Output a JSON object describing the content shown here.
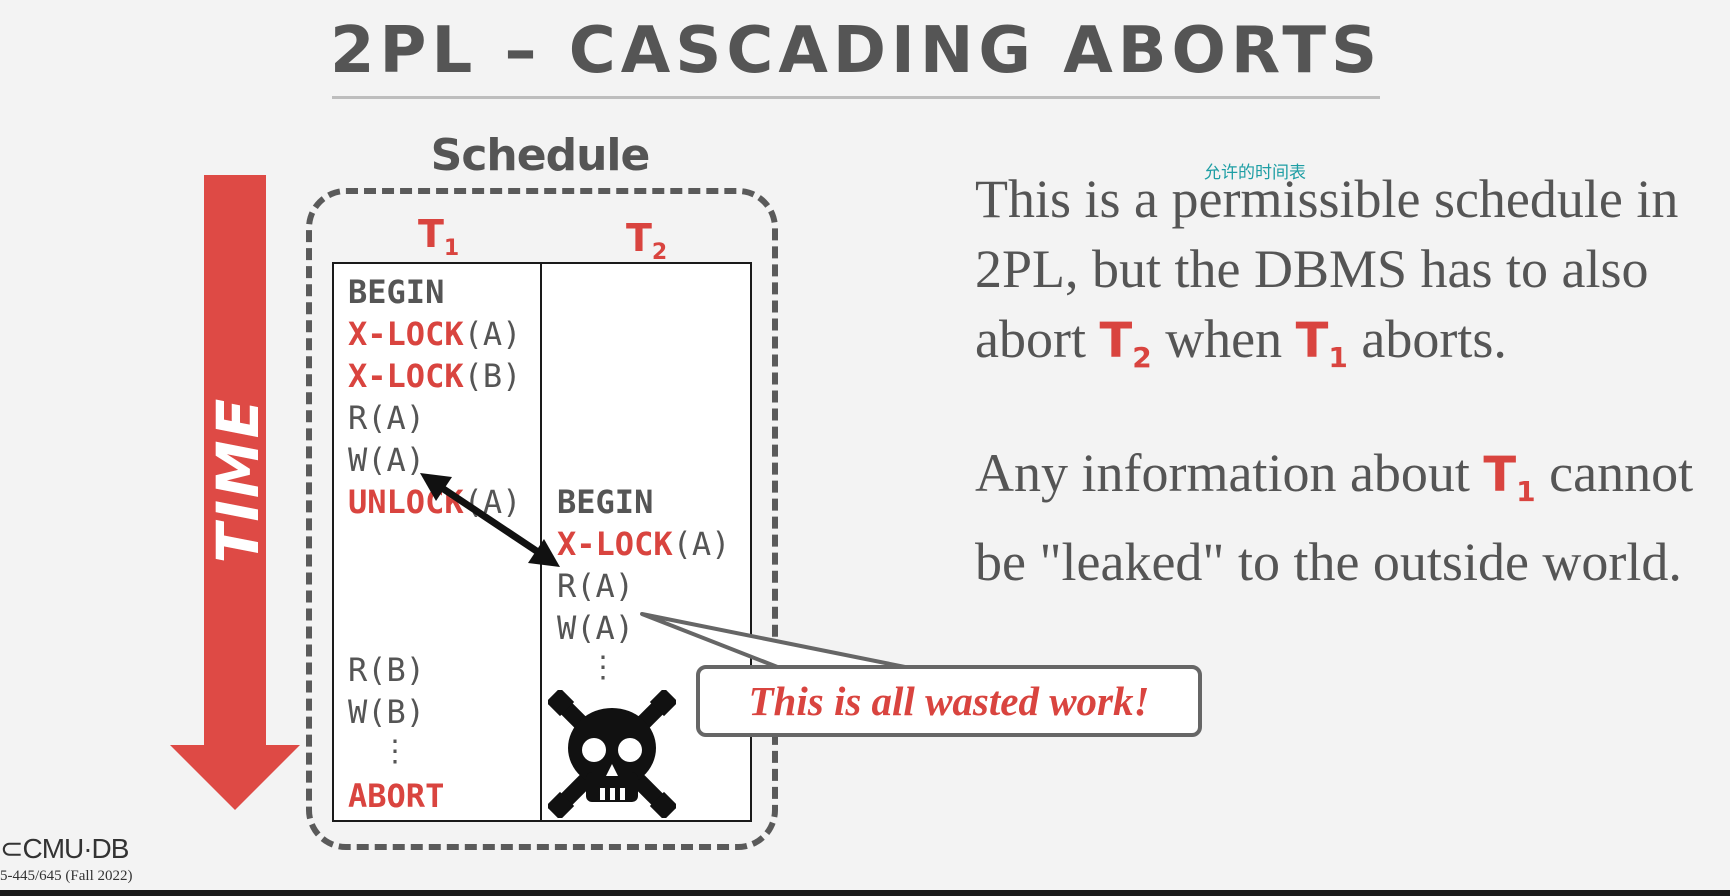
{
  "slide": {
    "title": "2PL – CASCADING ABORTS",
    "schedule_label": "Schedule",
    "time_label": "TIME",
    "t1_header": {
      "name": "T",
      "sub": "1"
    },
    "t2_header": {
      "name": "T",
      "sub": "2"
    },
    "colors": {
      "accent": "#d9443f",
      "text": "#555555",
      "annotation": "#1d9ea4"
    }
  },
  "t1_ops": {
    "begin": "BEGIN",
    "xlock_a": {
      "kw": "X-LOCK",
      "arg": "(A)"
    },
    "xlock_b": {
      "kw": "X-LOCK",
      "arg": "(B)"
    },
    "read_a": "R(A)",
    "write_a": "W(A)",
    "unlock_a": {
      "kw": "UNLOCK",
      "arg": "(A)"
    },
    "read_b": "R(B)",
    "write_b": "W(B)",
    "ellipsis": "⋮",
    "abort": "ABORT"
  },
  "t2_ops": {
    "begin": "BEGIN",
    "xlock_a": {
      "kw": "X-LOCK",
      "arg": "(A)"
    },
    "read_a": "R(A)",
    "write_a": "W(A)",
    "ellipsis": "⋮"
  },
  "callout": {
    "text": "This is all wasted work!"
  },
  "annotation": {
    "text": "允许的时间表"
  },
  "paragraph_1": {
    "part1": "This is a permissible schedule in 2PL, but the DBMS has to also abort ",
    "t2": "T",
    "t2_sub": "2",
    "part2": " when ",
    "t1": "T",
    "t1_sub": "1",
    "part3": " aborts."
  },
  "paragraph_2": {
    "part1": "Any information about ",
    "t1": "T",
    "t1_sub": "1",
    "part2": " cannot be \"leaked\" to the outside world."
  },
  "footer": {
    "logo_text": "CMU·DB",
    "course": "5-445/645 (Fall 2022)"
  },
  "icons": [
    "time-arrow-icon",
    "dependency-arrow-icon",
    "skull-crossbones-icon",
    "cmu-db-logo-icon"
  ]
}
